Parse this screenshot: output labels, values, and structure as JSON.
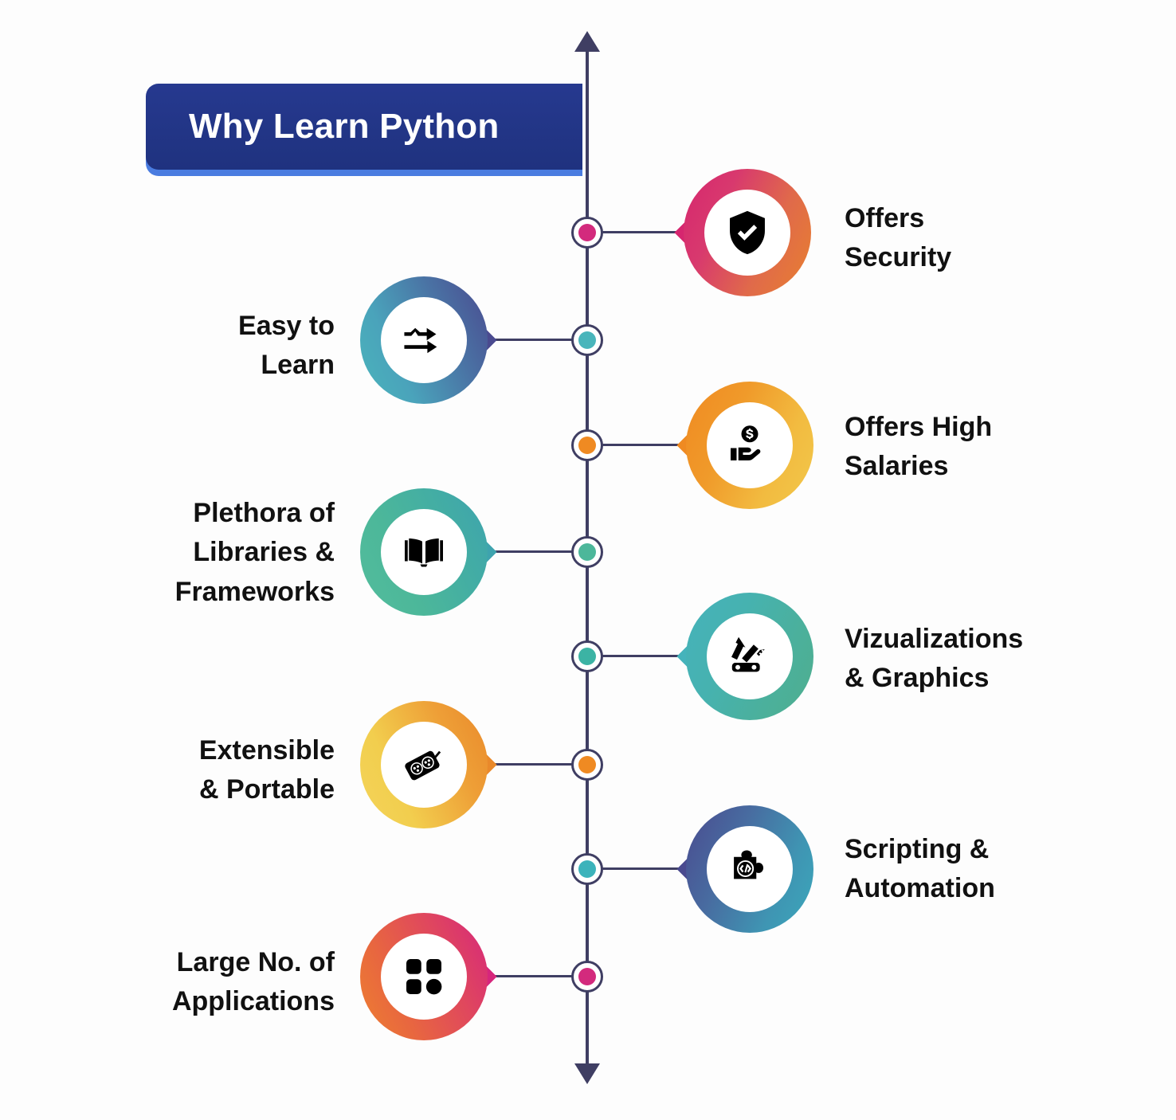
{
  "title": {
    "text": "Why Learn Python",
    "banner_color": "#26398f",
    "shadow_color": "#4a7ce0",
    "text_color": "#ffffff"
  },
  "axis": {
    "color": "#3f3e63",
    "has_top_arrow": true,
    "has_bottom_arrow": true
  },
  "items": [
    {
      "label": "Offers\nSecurity",
      "side": "right",
      "icon": "shield-check-icon",
      "dot_color": "#d32a7d",
      "gradient_from": "#d6266f",
      "gradient_to": "#e8802f"
    },
    {
      "label": "Easy to\nLearn",
      "side": "left",
      "icon": "shuffle-arrows-icon",
      "dot_color": "#49b5bb",
      "gradient_from": "#49b5bb",
      "gradient_to": "#4a4a8f"
    },
    {
      "label": "Offers High\nSalaries",
      "side": "right",
      "icon": "hand-coin-icon",
      "dot_color": "#ef8a22",
      "gradient_from": "#ef8a22",
      "gradient_to": "#f2c84b"
    },
    {
      "label": "Plethora of\nLibraries &\nFrameworks",
      "side": "left",
      "icon": "open-book-icon",
      "dot_color": "#4cb79a",
      "gradient_from": "#4cb79a",
      "gradient_to": "#3ea3ae"
    },
    {
      "label": "Vizualizations\n& Graphics",
      "side": "right",
      "icon": "pencil-ruler-icon",
      "dot_color": "#3cb3a4",
      "gradient_from": "#45b3bb",
      "gradient_to": "#4fae8e"
    },
    {
      "label": "Extensible\n& Portable",
      "side": "left",
      "icon": "power-socket-icon",
      "dot_color": "#ef8a22",
      "gradient_from": "#f2ce4e",
      "gradient_to": "#e9892b"
    },
    {
      "label": "Scripting &\nAutomation",
      "side": "right",
      "icon": "puzzle-code-icon",
      "dot_color": "#3cb3bb",
      "gradient_from": "#4a4a8f",
      "gradient_to": "#3ba8bb"
    },
    {
      "label": "Large No. of\nApplications",
      "side": "left",
      "icon": "app-grid-icon",
      "dot_color": "#d32a7d",
      "gradient_from": "#ee8030",
      "gradient_to": "#d6267c"
    }
  ]
}
